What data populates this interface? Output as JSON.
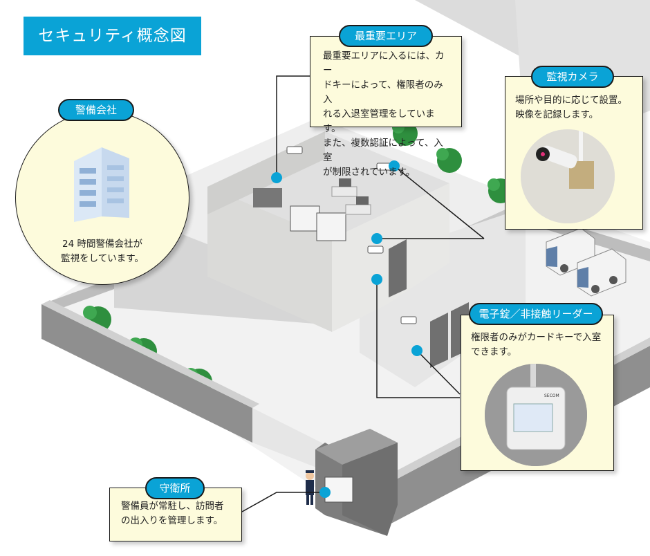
{
  "title": "セキュリティ概念図",
  "security_company": {
    "label": "警備会社",
    "line1": "24 時間警備会社が",
    "line2": "監視をしています。"
  },
  "critical_area": {
    "label": "最重要エリア",
    "lines": [
      "最重要エリアに入るには、カー",
      "ドキーによって、権限者のみ入",
      "れる入退室管理をしています。",
      "また、複数認証によって、入室",
      "が制限されています。"
    ]
  },
  "camera": {
    "label": "監視カメラ",
    "lines": [
      "場所や目的に応じて設置。",
      "映像を記録します。"
    ]
  },
  "lock": {
    "label": "電子錠／非接触リーダー",
    "lines": [
      "権限者のみがカードキーで入室",
      "できます。"
    ],
    "reader_brand": "SECOM"
  },
  "guard_house": {
    "label": "守衛所",
    "lines": [
      "警備員が常駐し、訪問者",
      "の出入りを管理します。"
    ]
  },
  "colors": {
    "accent": "#0aa3d6",
    "note_bg": "#fdfbdc",
    "wall": "#8a8a8a",
    "tree": "#2e8f3e"
  }
}
